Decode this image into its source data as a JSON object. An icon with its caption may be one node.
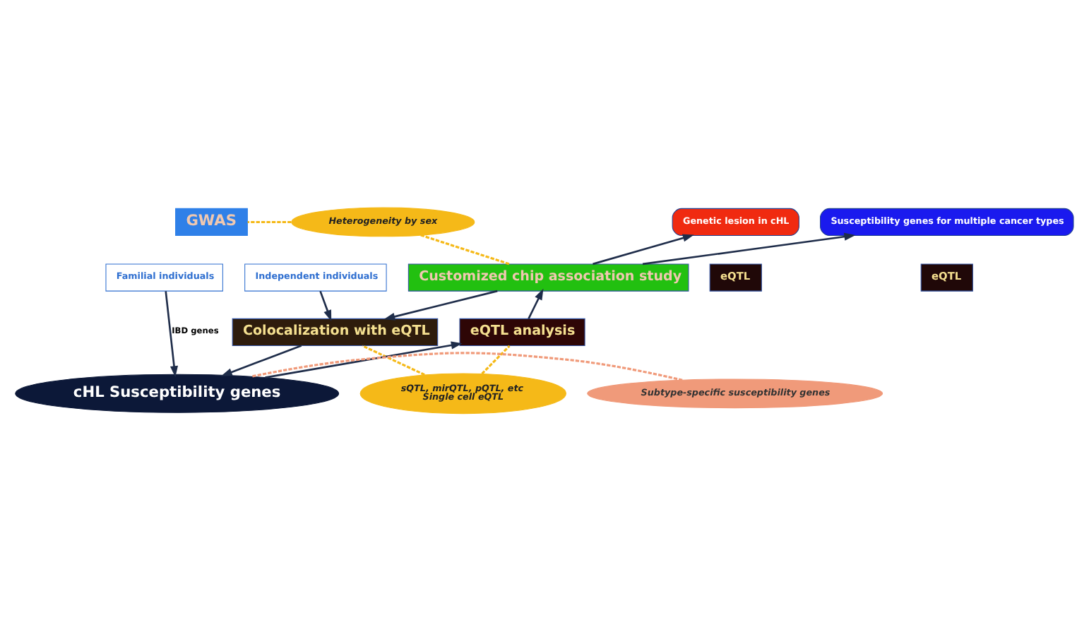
{
  "diagram": {
    "nodes": [
      {
        "text": [
          "GWAS"
        ]
      },
      {
        "text": [
          "Familial individuals"
        ]
      },
      {
        "text": [
          "Independent individuals"
        ]
      },
      {
        "text": [
          "Heterogeneity by sex"
        ]
      },
      {
        "text": [
          "Genetic lesion in cHL"
        ]
      },
      {
        "text": [
          "Susceptibility genes for multiple cancer types"
        ]
      },
      {
        "text": [
          "eQTL"
        ]
      },
      {
        "text": [
          "eQTL"
        ]
      },
      {
        "text": [
          "Customized chip association study"
        ]
      },
      {
        "text": [
          "Colocalization with eQTL"
        ]
      },
      {
        "text": [
          "eQTL analysis"
        ]
      },
      {
        "text": [
          "sQTL, mirQTL, pQTL, etc",
          "Single cell eQTL"
        ]
      },
      {
        "text": [
          "cHL Susceptibility genes"
        ]
      },
      {
        "text": [
          "Subtype-specific susceptibility genes"
        ]
      }
    ],
    "edges": [
      {
        "from": 3,
        "to": 0,
        "arrow": "none",
        "style": "dashed",
        "color": "#f5b918"
      },
      {
        "from": 3,
        "to": 8,
        "arrow": "none",
        "style": "dashed",
        "color": "#f5b918"
      },
      {
        "from": 8,
        "to": 4,
        "arrow": "to"
      },
      {
        "from": 8,
        "to": 5,
        "arrow": "to"
      },
      {
        "from": 2,
        "to": 9,
        "arrow": "to"
      },
      {
        "from": 8,
        "to": 9,
        "arrow": "to"
      },
      {
        "from": 10,
        "to": 8,
        "arrow": "to"
      },
      {
        "from": 9,
        "to": 12,
        "arrow": "to"
      },
      {
        "from": 1,
        "to": 12,
        "label": "IBD genes",
        "arrow": "to"
      },
      {
        "from": 12,
        "to": 10,
        "arrow": "to"
      },
      {
        "from": 11,
        "to": 9,
        "arrow": "none",
        "style": "dashed",
        "color": "#f5b918"
      },
      {
        "from": 11,
        "to": 10,
        "arrow": "none",
        "style": "dashed",
        "color": "#f5b918"
      },
      {
        "from": 13,
        "to": 12,
        "arrow": "none",
        "style": "dashed",
        "color": "#f09a7a"
      }
    ]
  }
}
